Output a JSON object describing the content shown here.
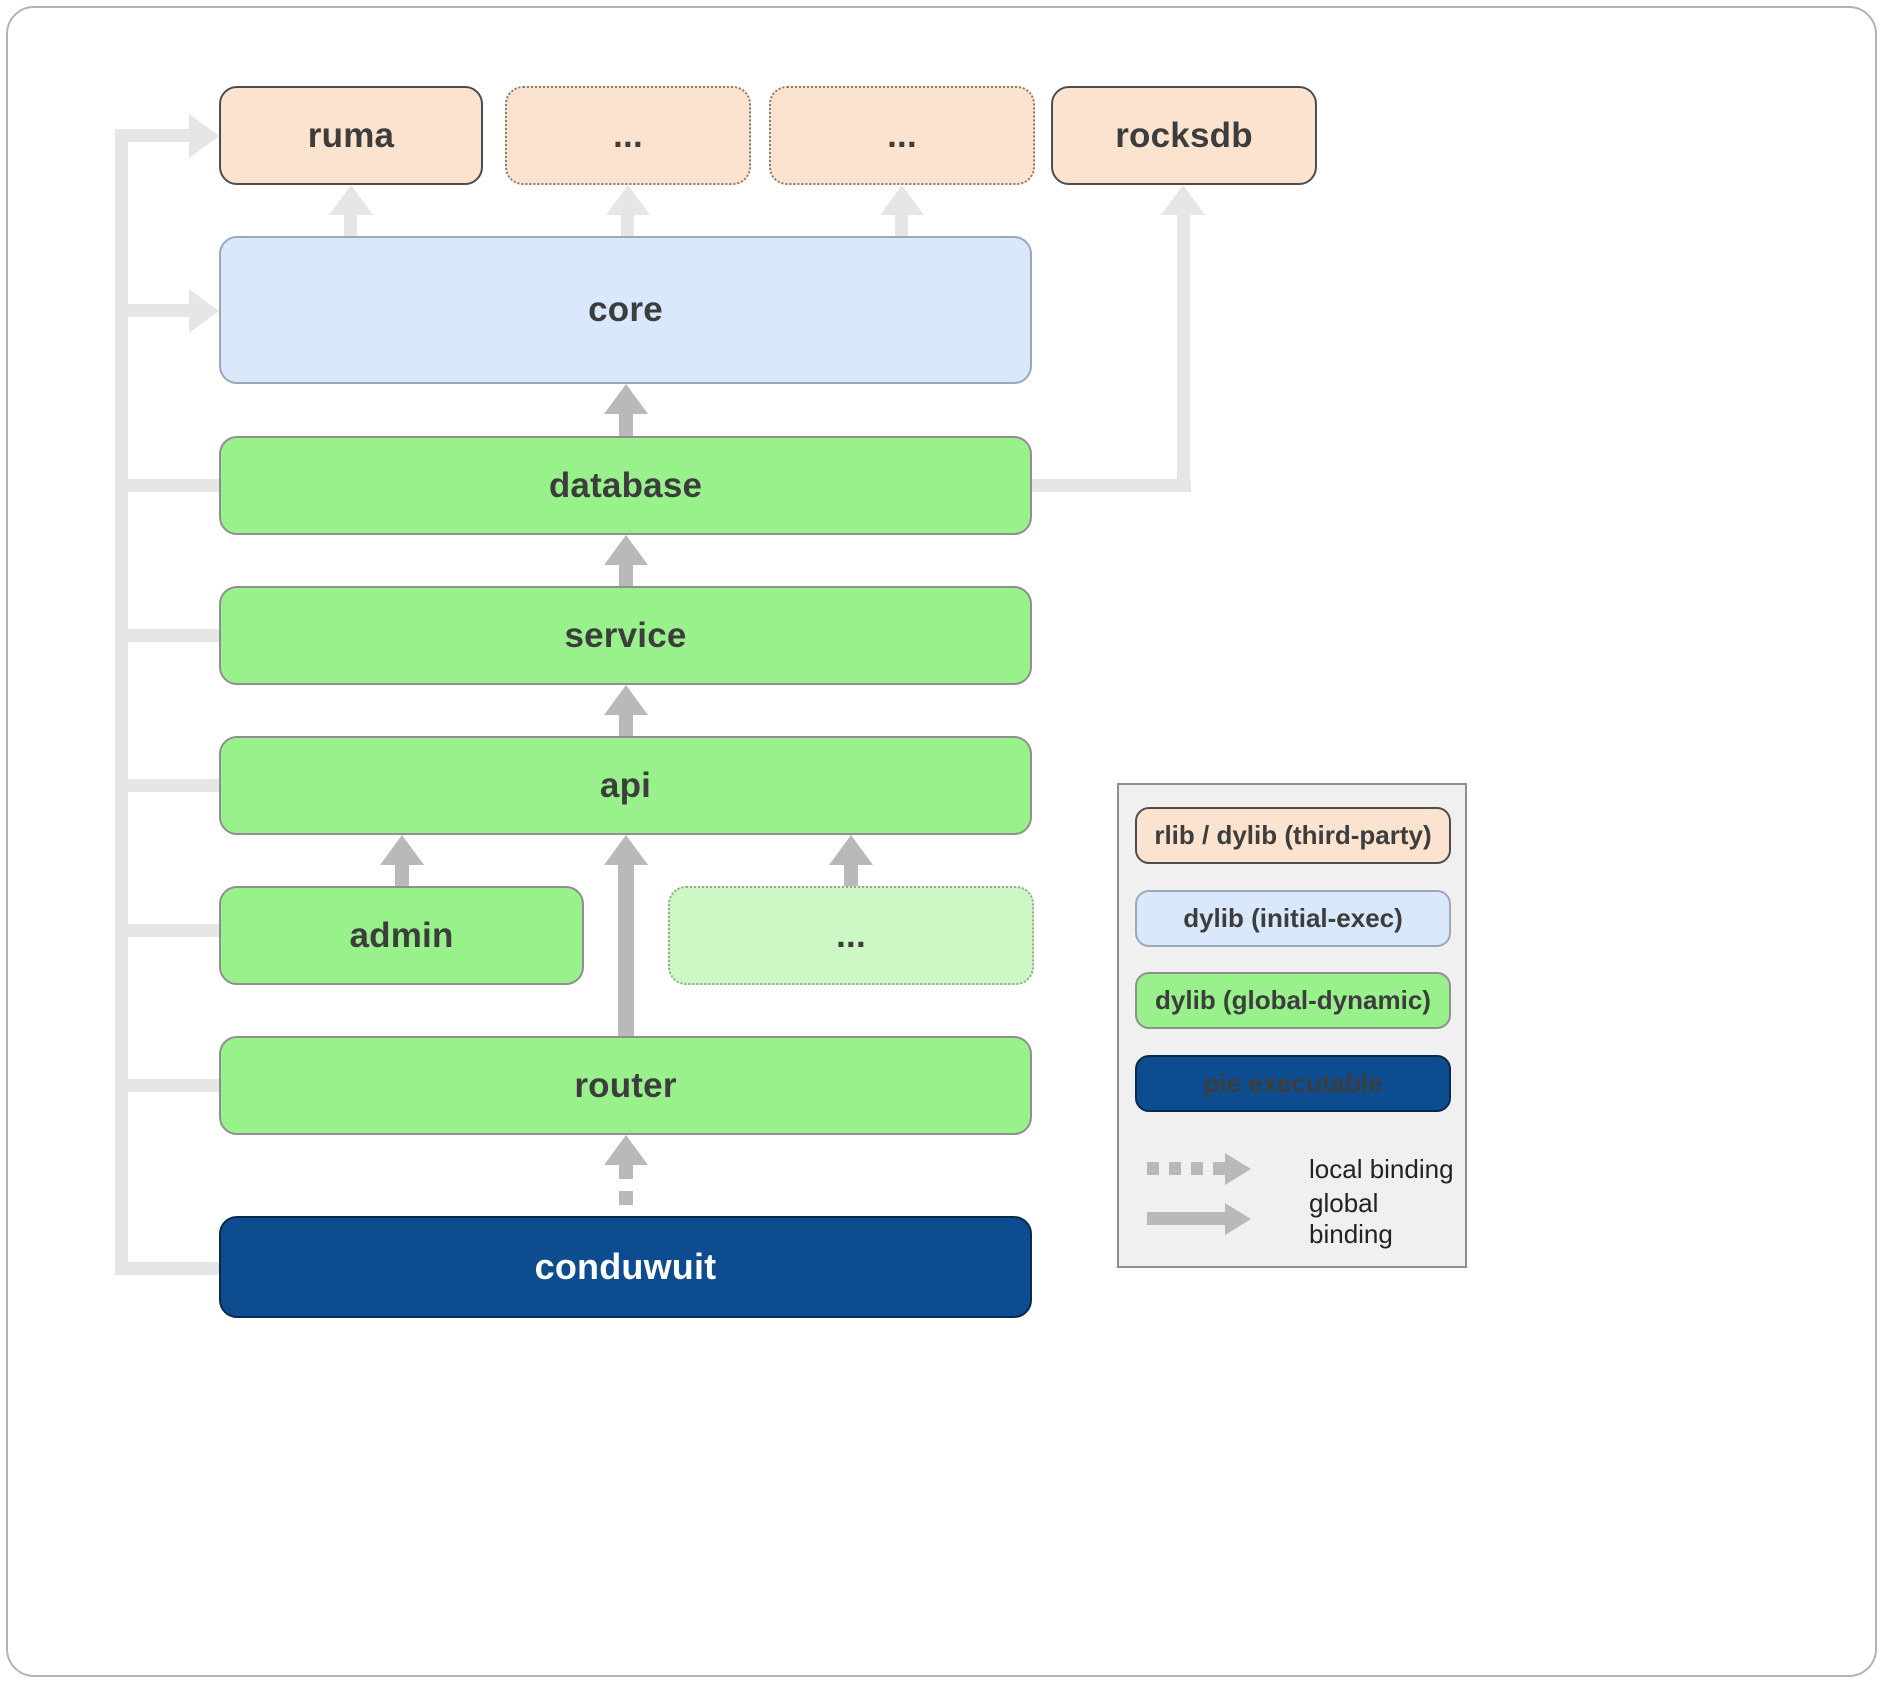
{
  "diagram": {
    "nodes": {
      "ruma": "ruma",
      "ellipsis_top_1": "...",
      "ellipsis_top_2": "...",
      "rocksdb": "rocksdb",
      "core": "core",
      "database": "database",
      "service": "service",
      "api": "api",
      "admin": "admin",
      "ellipsis_mid": "...",
      "router": "router",
      "conduwuit": "conduwuit"
    },
    "colors": {
      "third_party_fill": "#fbe3cf",
      "initial_exec_fill": "#d9e8fb",
      "global_dynamic_fill": "#98f18b",
      "global_dynamic_light_fill": "#cdf7c4",
      "pie_executable_fill": "#0d4d8f",
      "binding_arrow_gray": "#b9b9b9",
      "global_binding_light_gray": "#e6e6e6"
    },
    "legend": {
      "items": [
        {
          "id": "third-party",
          "label": "rlib / dylib (third-party)"
        },
        {
          "id": "initial-exec",
          "label": "dylib (initial-exec)"
        },
        {
          "id": "global-dynamic",
          "label": "dylib (global-dynamic)"
        },
        {
          "id": "pie-executable",
          "label": "pie executable"
        }
      ],
      "local_binding_label": "local binding",
      "global_binding_label": "global binding"
    }
  }
}
